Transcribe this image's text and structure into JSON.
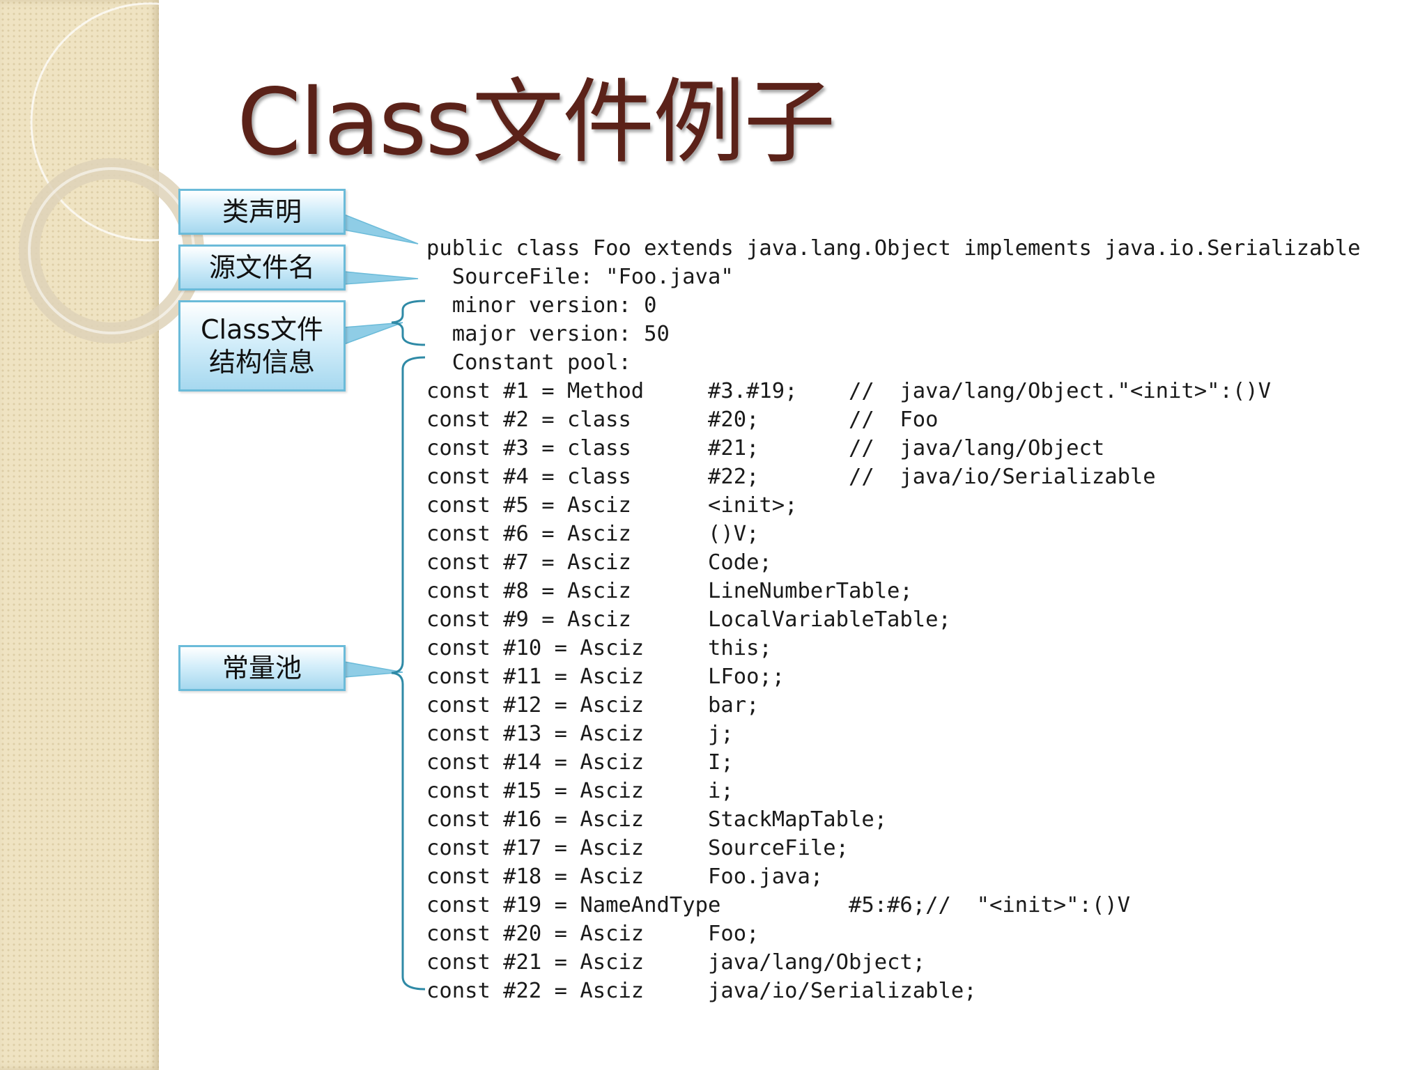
{
  "slide": {
    "title": "Class文件例子"
  },
  "labels": {
    "class_declaration": "类声明",
    "source_file_name": "源文件名",
    "structure_info_line1": "Class文件",
    "structure_info_line2": "结构信息",
    "constant_pool": "常量池"
  },
  "code": {
    "lines": [
      "public class Foo extends java.lang.Object implements java.io.Serializable",
      "  SourceFile: \"Foo.java\"",
      "  minor version: 0",
      "  major version: 50",
      "  Constant pool:",
      "const #1 = Method     #3.#19;    //  java/lang/Object.\"<init>\":()V",
      "const #2 = class      #20;       //  Foo",
      "const #3 = class      #21;       //  java/lang/Object",
      "const #4 = class      #22;       //  java/io/Serializable",
      "const #5 = Asciz      <init>;",
      "const #6 = Asciz      ()V;",
      "const #7 = Asciz      Code;",
      "const #8 = Asciz      LineNumberTable;",
      "const #9 = Asciz      LocalVariableTable;",
      "const #10 = Asciz     this;",
      "const #11 = Asciz     LFoo;;",
      "const #12 = Asciz     bar;",
      "const #13 = Asciz     j;",
      "const #14 = Asciz     I;",
      "const #15 = Asciz     i;",
      "const #16 = Asciz     StackMapTable;",
      "const #17 = Asciz     SourceFile;",
      "const #18 = Asciz     Foo.java;",
      "const #19 = NameAndType          #5:#6;//  \"<init>\":()V",
      "const #20 = Asciz     Foo;",
      "const #21 = Asciz     java/lang/Object;",
      "const #22 = Asciz     java/io/Serializable;"
    ]
  },
  "colors": {
    "title": "#5b2219",
    "label_border": "#6bbbd9",
    "callout": "#8fcde6",
    "bracket": "#2f8aa6",
    "sidebar": "#efe3c2"
  }
}
